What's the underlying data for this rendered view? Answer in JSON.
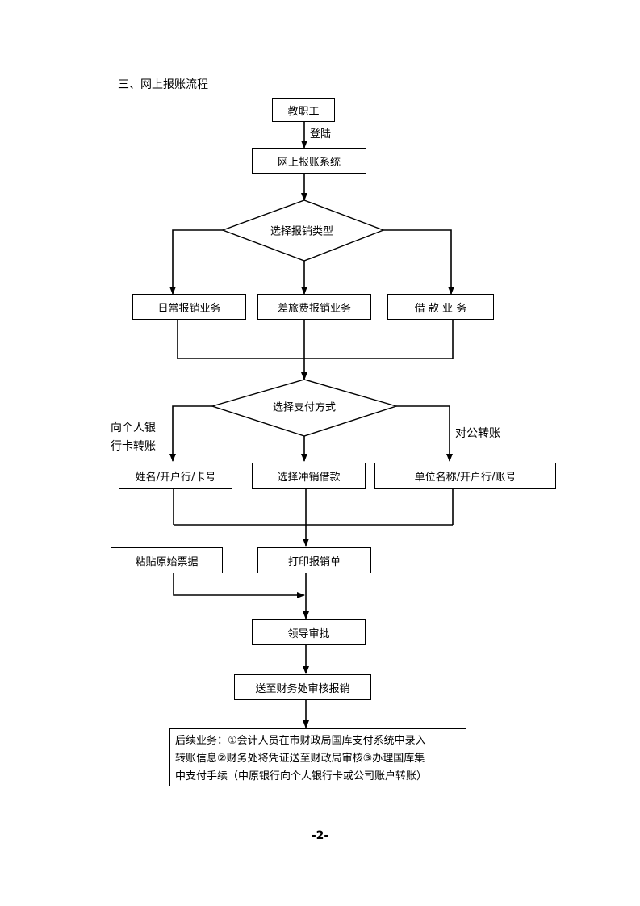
{
  "section_title": "三、网上报账流程",
  "nodes": {
    "staff": "教职工",
    "login_label": "登陆",
    "system": "网上报账系统",
    "choose_type": "选择报销类型",
    "daily": "日常报销业务",
    "travel": "差旅费报销业务",
    "loan": "借 款 业 务",
    "choose_payment": "选择支付方式",
    "personal_label_1": "向个人银",
    "personal_label_2": "行卡转账",
    "corporate_label": "对公转账",
    "name_bank": "姓名/开户行/卡号",
    "offset_loan": "选择冲销借款",
    "unit_bank": "单位名称/开户行/账号",
    "paste_receipts": "粘贴原始票据",
    "print_form": "打印报销单",
    "leader_approval": "领导审批",
    "send_finance": "送至财务处审核报销"
  },
  "final_box": {
    "line1": "后续业务：①会计人员在市财政局国库支付系统中录入",
    "line2": "转账信息②财务处将凭证送至财政局审核③办理国库集",
    "line3": "中支付手续（中原银行向个人银行卡或公司账户转账）"
  },
  "page_number": "-2-"
}
